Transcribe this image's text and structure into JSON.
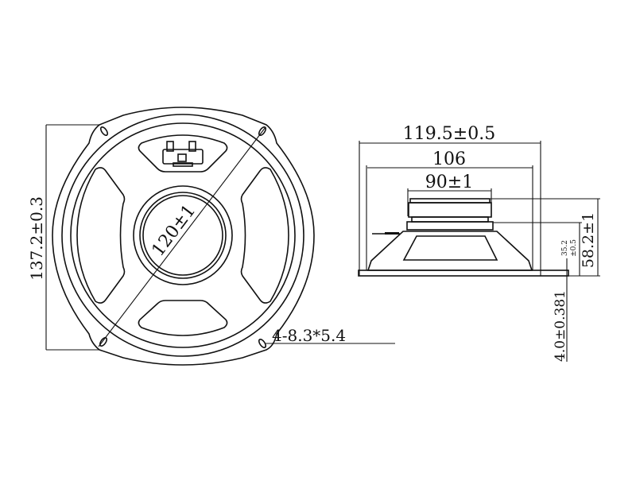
{
  "front_view": {
    "height_dim": "137.2±0.3",
    "diameter_dim": "120±1",
    "holes_dim": "4-8.3*5.4"
  },
  "side_view": {
    "overall_width_dim": "119.5±0.5",
    "frame_width_dim": "106",
    "magnet_width_dim": "90±1",
    "total_depth_dim": "58.2±1",
    "mount_depth_dim": "35.2",
    "mount_depth_tol": "±0.5",
    "flange_thickness_dim": "4.0±0.381"
  },
  "colors": {
    "line": "#111111",
    "background": "#ffffff"
  }
}
